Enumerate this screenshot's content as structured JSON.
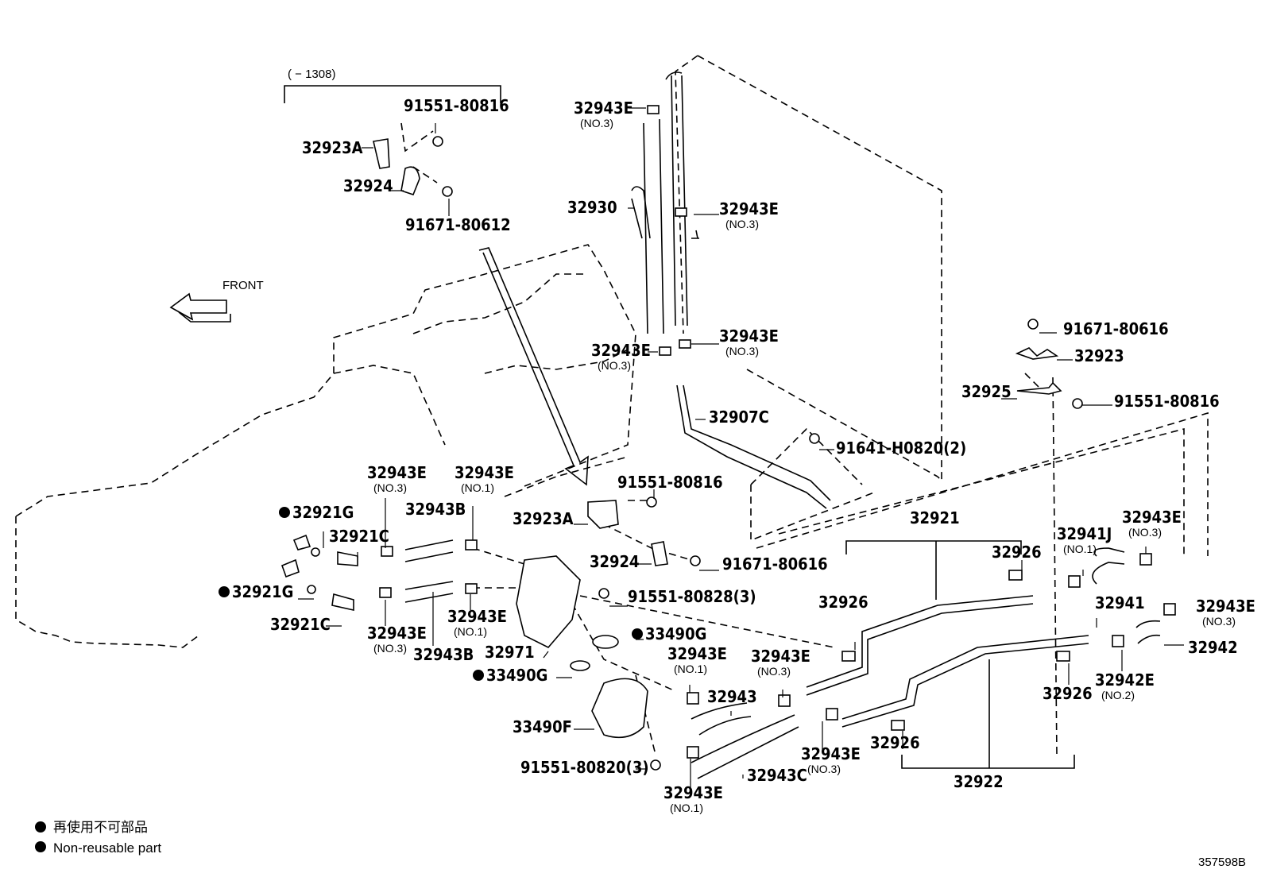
{
  "header": {
    "range": "(      − 1308)"
  },
  "front_label": "FRONT",
  "labels": [
    {
      "id": "32943E-a",
      "pn": "32943E",
      "sub": "(NO.3)"
    },
    {
      "id": "32930",
      "pn": "32930"
    },
    {
      "id": "32943E-b",
      "pn": "32943E",
      "sub": "(NO.3)"
    },
    {
      "id": "32943E-c",
      "pn": "32943E",
      "sub": "(NO.3)"
    },
    {
      "id": "32943E-d",
      "pn": "32943E",
      "sub": "(NO.3)"
    },
    {
      "id": "32907C",
      "pn": "32907C"
    },
    {
      "id": "91641-H0820",
      "pn": "91641-H0820(2)"
    },
    {
      "id": "91551-80816-a",
      "pn": "91551-80816"
    },
    {
      "id": "32923A-a",
      "pn": "32923A"
    },
    {
      "id": "32924-a",
      "pn": "32924"
    },
    {
      "id": "91671-80612",
      "pn": "91671-80612"
    },
    {
      "id": "91671-80616-a",
      "pn": "91671-80616"
    },
    {
      "id": "32923",
      "pn": "32923"
    },
    {
      "id": "32925",
      "pn": "32925"
    },
    {
      "id": "91551-80816-b",
      "pn": "91551-80816"
    },
    {
      "id": "32921G-a",
      "pn": "32921G"
    },
    {
      "id": "32921C-a",
      "pn": "32921C"
    },
    {
      "id": "32943E-e",
      "pn": "32943E",
      "sub": "(NO.3)"
    },
    {
      "id": "32943E-f",
      "pn": "32943E",
      "sub": "(NO.1)"
    },
    {
      "id": "32943B-a",
      "pn": "32943B"
    },
    {
      "id": "91551-80816-c",
      "pn": "91551-80816"
    },
    {
      "id": "32923A-b",
      "pn": "32923A"
    },
    {
      "id": "32924-b",
      "pn": "32924"
    },
    {
      "id": "91671-80616-b",
      "pn": "91671-80616"
    },
    {
      "id": "32921",
      "pn": "32921"
    },
    {
      "id": "32926-a",
      "pn": "32926"
    },
    {
      "id": "32941J",
      "pn": "32941J",
      "sub": "(NO.1)"
    },
    {
      "id": "32943E-g",
      "pn": "32943E",
      "sub": "(NO.3)"
    },
    {
      "id": "32921G-b",
      "pn": "32921G"
    },
    {
      "id": "32921C-b",
      "pn": "32921C"
    },
    {
      "id": "32943E-h",
      "pn": "32943E",
      "sub": "(NO.3)"
    },
    {
      "id": "32943B-b",
      "pn": "32943B"
    },
    {
      "id": "32943E-i",
      "pn": "32943E",
      "sub": "(NO.1)"
    },
    {
      "id": "91551-80828",
      "pn": "91551-80828(3)"
    },
    {
      "id": "32971",
      "pn": "32971"
    },
    {
      "id": "33490G-a",
      "pn": "33490G"
    },
    {
      "id": "33490G-b",
      "pn": "33490G"
    },
    {
      "id": "32943E-j",
      "pn": "32943E",
      "sub": "(NO.1)"
    },
    {
      "id": "32943E-k",
      "pn": "32943E",
      "sub": "(NO.3)"
    },
    {
      "id": "32926-b",
      "pn": "32926"
    },
    {
      "id": "32941",
      "pn": "32941"
    },
    {
      "id": "32943E-l",
      "pn": "32943E",
      "sub": "(NO.3)"
    },
    {
      "id": "32942",
      "pn": "32942"
    },
    {
      "id": "32942E",
      "pn": "32942E",
      "sub": "(NO.2)"
    },
    {
      "id": "32926-c",
      "pn": "32926"
    },
    {
      "id": "32943",
      "pn": "32943"
    },
    {
      "id": "33490F",
      "pn": "33490F"
    },
    {
      "id": "32943E-m",
      "pn": "32943E",
      "sub": "(NO.3)"
    },
    {
      "id": "32926-d",
      "pn": "32926"
    },
    {
      "id": "32943C",
      "pn": "32943C"
    },
    {
      "id": "91551-80820",
      "pn": "91551-80820(3)"
    },
    {
      "id": "32943E-n",
      "pn": "32943E",
      "sub": "(NO.1)"
    },
    {
      "id": "32922",
      "pn": "32922"
    }
  ],
  "legend": {
    "line1": "再使用不可部品",
    "line2": "Non-reusable part"
  },
  "figure_code": "357598B"
}
